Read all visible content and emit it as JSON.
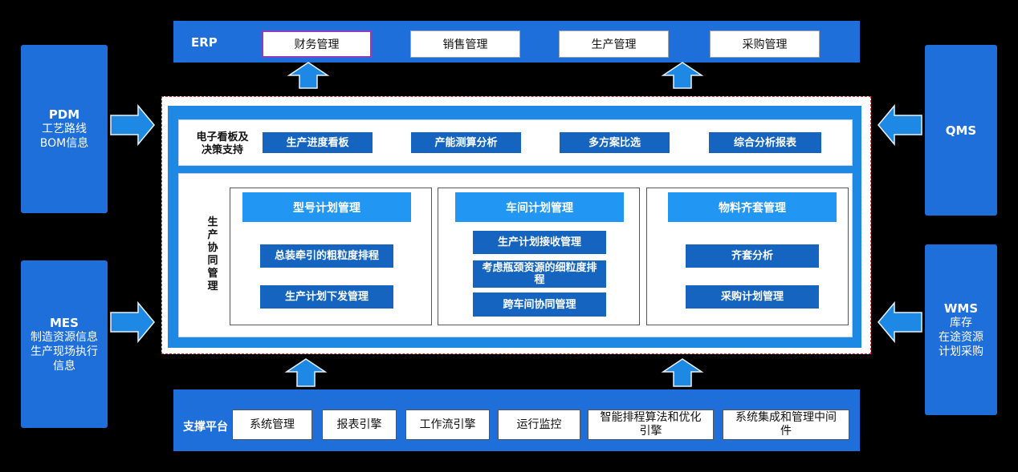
{
  "colors": {
    "bar_blue": "#1e6fd9",
    "main_blue": "#1e88e5",
    "button_dark": "#1565c0",
    "button_head": "#2196f3",
    "dashed_border": "#d6333a",
    "selected_outline": "#8e3fbf"
  },
  "erp": {
    "title": "ERP",
    "modules": [
      "财务管理",
      "销售管理",
      "生产管理",
      "采购管理"
    ]
  },
  "left": {
    "pdm": {
      "title": "PDM",
      "lines": [
        "工艺路线",
        "BOM信息"
      ]
    },
    "mes": {
      "title": "MES",
      "lines": [
        "制造资源信息",
        "生产现场执行",
        "信息"
      ]
    }
  },
  "right": {
    "qms": {
      "title": "QMS"
    },
    "wms": {
      "title": "WMS",
      "lines": [
        "库存",
        "在途资源",
        "计划采购"
      ]
    }
  },
  "dashboard": {
    "label_lines": [
      "电子看板及",
      "决策支持"
    ],
    "items": [
      "生产进度看板",
      "产能测算分析",
      "多方案比选",
      "综合分析报表"
    ]
  },
  "collab": {
    "label_chars": [
      "生",
      "产",
      "协",
      "同",
      "管",
      "理"
    ],
    "groups": [
      {
        "head": "型号计划管理",
        "items": [
          "总装牵引的粗粒度排程",
          "生产计划下发管理"
        ]
      },
      {
        "head": "车间计划管理",
        "items": [
          "生产计划接收管理",
          "考虑瓶颈资源的细粒度排程",
          "跨车间协同管理"
        ]
      },
      {
        "head": "物料齐套管理",
        "items": [
          "齐套分析",
          "采购计划管理"
        ]
      }
    ]
  },
  "support": {
    "title": "支撑平台",
    "items": [
      "系统管理",
      "报表引擎",
      "工作流引擎",
      "运行监控",
      "智能排程算法和优化引擎",
      "系统集成和管理中间件"
    ]
  }
}
